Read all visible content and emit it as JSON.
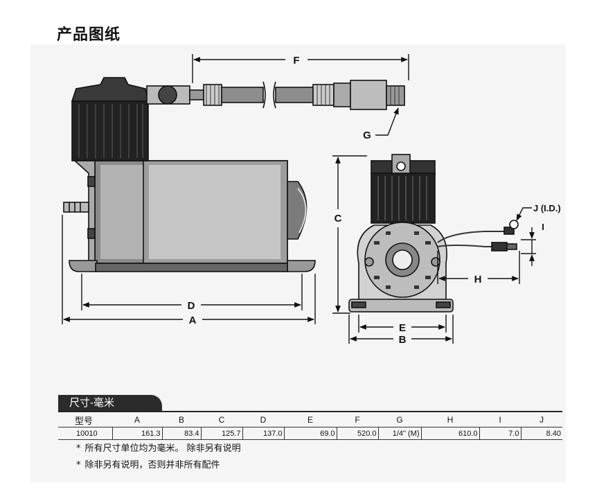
{
  "page_title": "产品图纸",
  "drawing_labels": {
    "A": "A",
    "B": "B",
    "C": "C",
    "D": "D",
    "E": "E",
    "F": "F",
    "G": "G",
    "H": "H",
    "I": "I",
    "J": "J (I.D.)"
  },
  "table": {
    "tab_label": "尺寸-毫米",
    "headers": [
      "型号",
      "A",
      "B",
      "C",
      "D",
      "E",
      "F",
      "G",
      "H",
      "I",
      "J"
    ],
    "rows": [
      [
        "10010",
        "161.3",
        "83.4",
        "125.7",
        "137.0",
        "69.0",
        "520.0",
        "1/4\" (M)",
        "610.0",
        "7.0",
        "8.40"
      ]
    ]
  },
  "notes": [
    "所有尺寸单位均为毫米。 除非另有说明",
    "除非另有说明，否则并非所有配件"
  ],
  "note_marker": "*"
}
